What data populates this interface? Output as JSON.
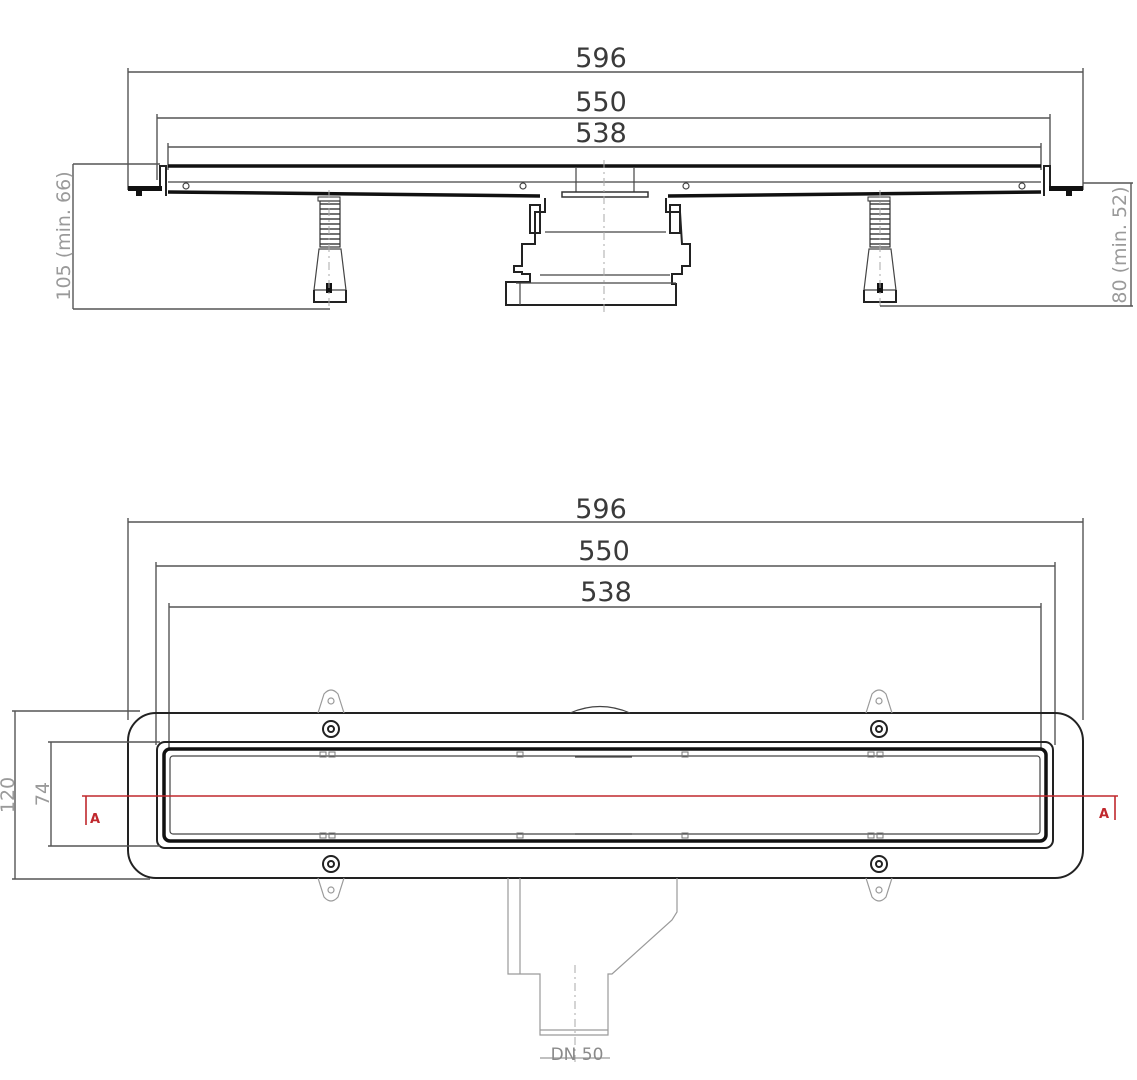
{
  "drawing": {
    "title": "Linear shower drain technical drawing",
    "side_view": {
      "dimensions": {
        "overall_length": "596",
        "channel_length": "550",
        "grate_length": "538",
        "height_left": "105 (min. 66)",
        "height_right": "80 (min. 52)"
      }
    },
    "top_view": {
      "dimensions": {
        "overall_length": "596",
        "channel_length": "550",
        "grate_length": "538",
        "overall_width": "120",
        "channel_width": "74",
        "outlet": "DN 50"
      },
      "section_marker": {
        "left": "A",
        "right": "A",
        "color": "#c0282d"
      }
    }
  }
}
